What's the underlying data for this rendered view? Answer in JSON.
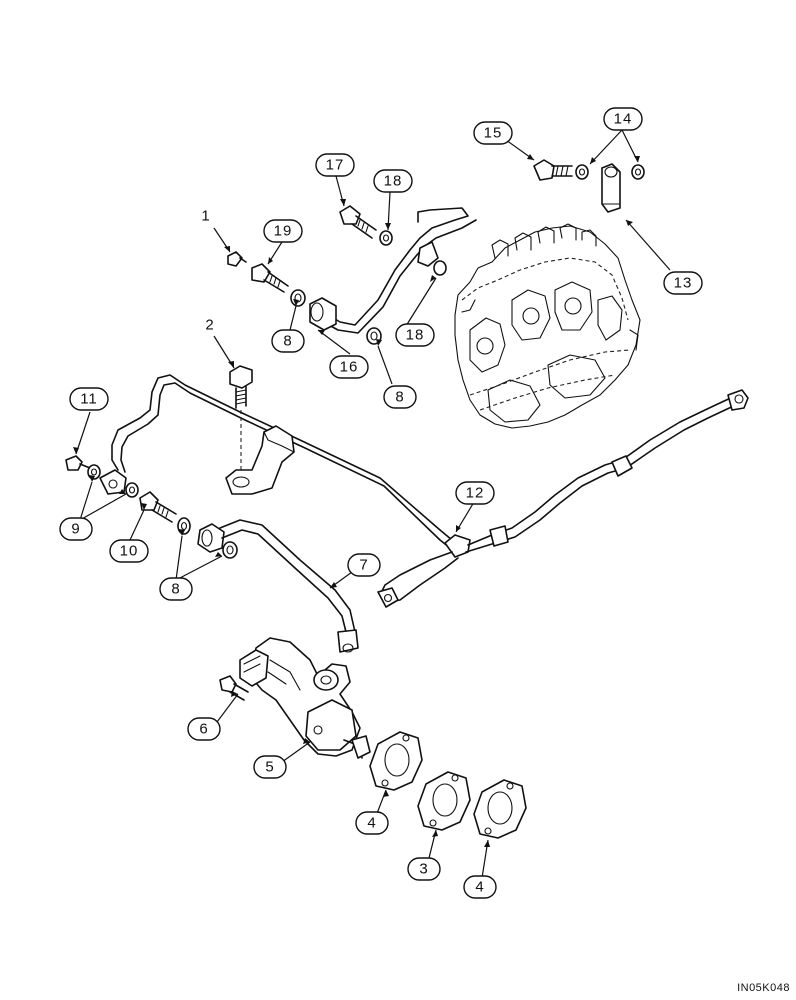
{
  "diagram": {
    "reference_code": "IN05K048",
    "callouts": [
      {
        "id": "c1",
        "label": "1",
        "boxed": false
      },
      {
        "id": "c2",
        "label": "2",
        "boxed": false
      },
      {
        "id": "c3",
        "label": "3",
        "boxed": true
      },
      {
        "id": "c4a",
        "label": "4",
        "boxed": true
      },
      {
        "id": "c4b",
        "label": "4",
        "boxed": true
      },
      {
        "id": "c5",
        "label": "5",
        "boxed": true
      },
      {
        "id": "c6",
        "label": "6",
        "boxed": true
      },
      {
        "id": "c7",
        "label": "7",
        "boxed": true
      },
      {
        "id": "c8a",
        "label": "8",
        "boxed": true
      },
      {
        "id": "c8b",
        "label": "8",
        "boxed": true
      },
      {
        "id": "c8c",
        "label": "8",
        "boxed": true
      },
      {
        "id": "c9",
        "label": "9",
        "boxed": true
      },
      {
        "id": "c10",
        "label": "10",
        "boxed": true
      },
      {
        "id": "c11",
        "label": "11",
        "boxed": true
      },
      {
        "id": "c12",
        "label": "12",
        "boxed": true
      },
      {
        "id": "c13",
        "label": "13",
        "boxed": true
      },
      {
        "id": "c14",
        "label": "14",
        "boxed": true
      },
      {
        "id": "c15",
        "label": "15",
        "boxed": true
      },
      {
        "id": "c16",
        "label": "16",
        "boxed": true
      },
      {
        "id": "c17",
        "label": "17",
        "boxed": true
      },
      {
        "id": "c18a",
        "label": "18",
        "boxed": true
      },
      {
        "id": "c18b",
        "label": "18",
        "boxed": true
      },
      {
        "id": "c19",
        "label": "19",
        "boxed": true
      }
    ]
  }
}
